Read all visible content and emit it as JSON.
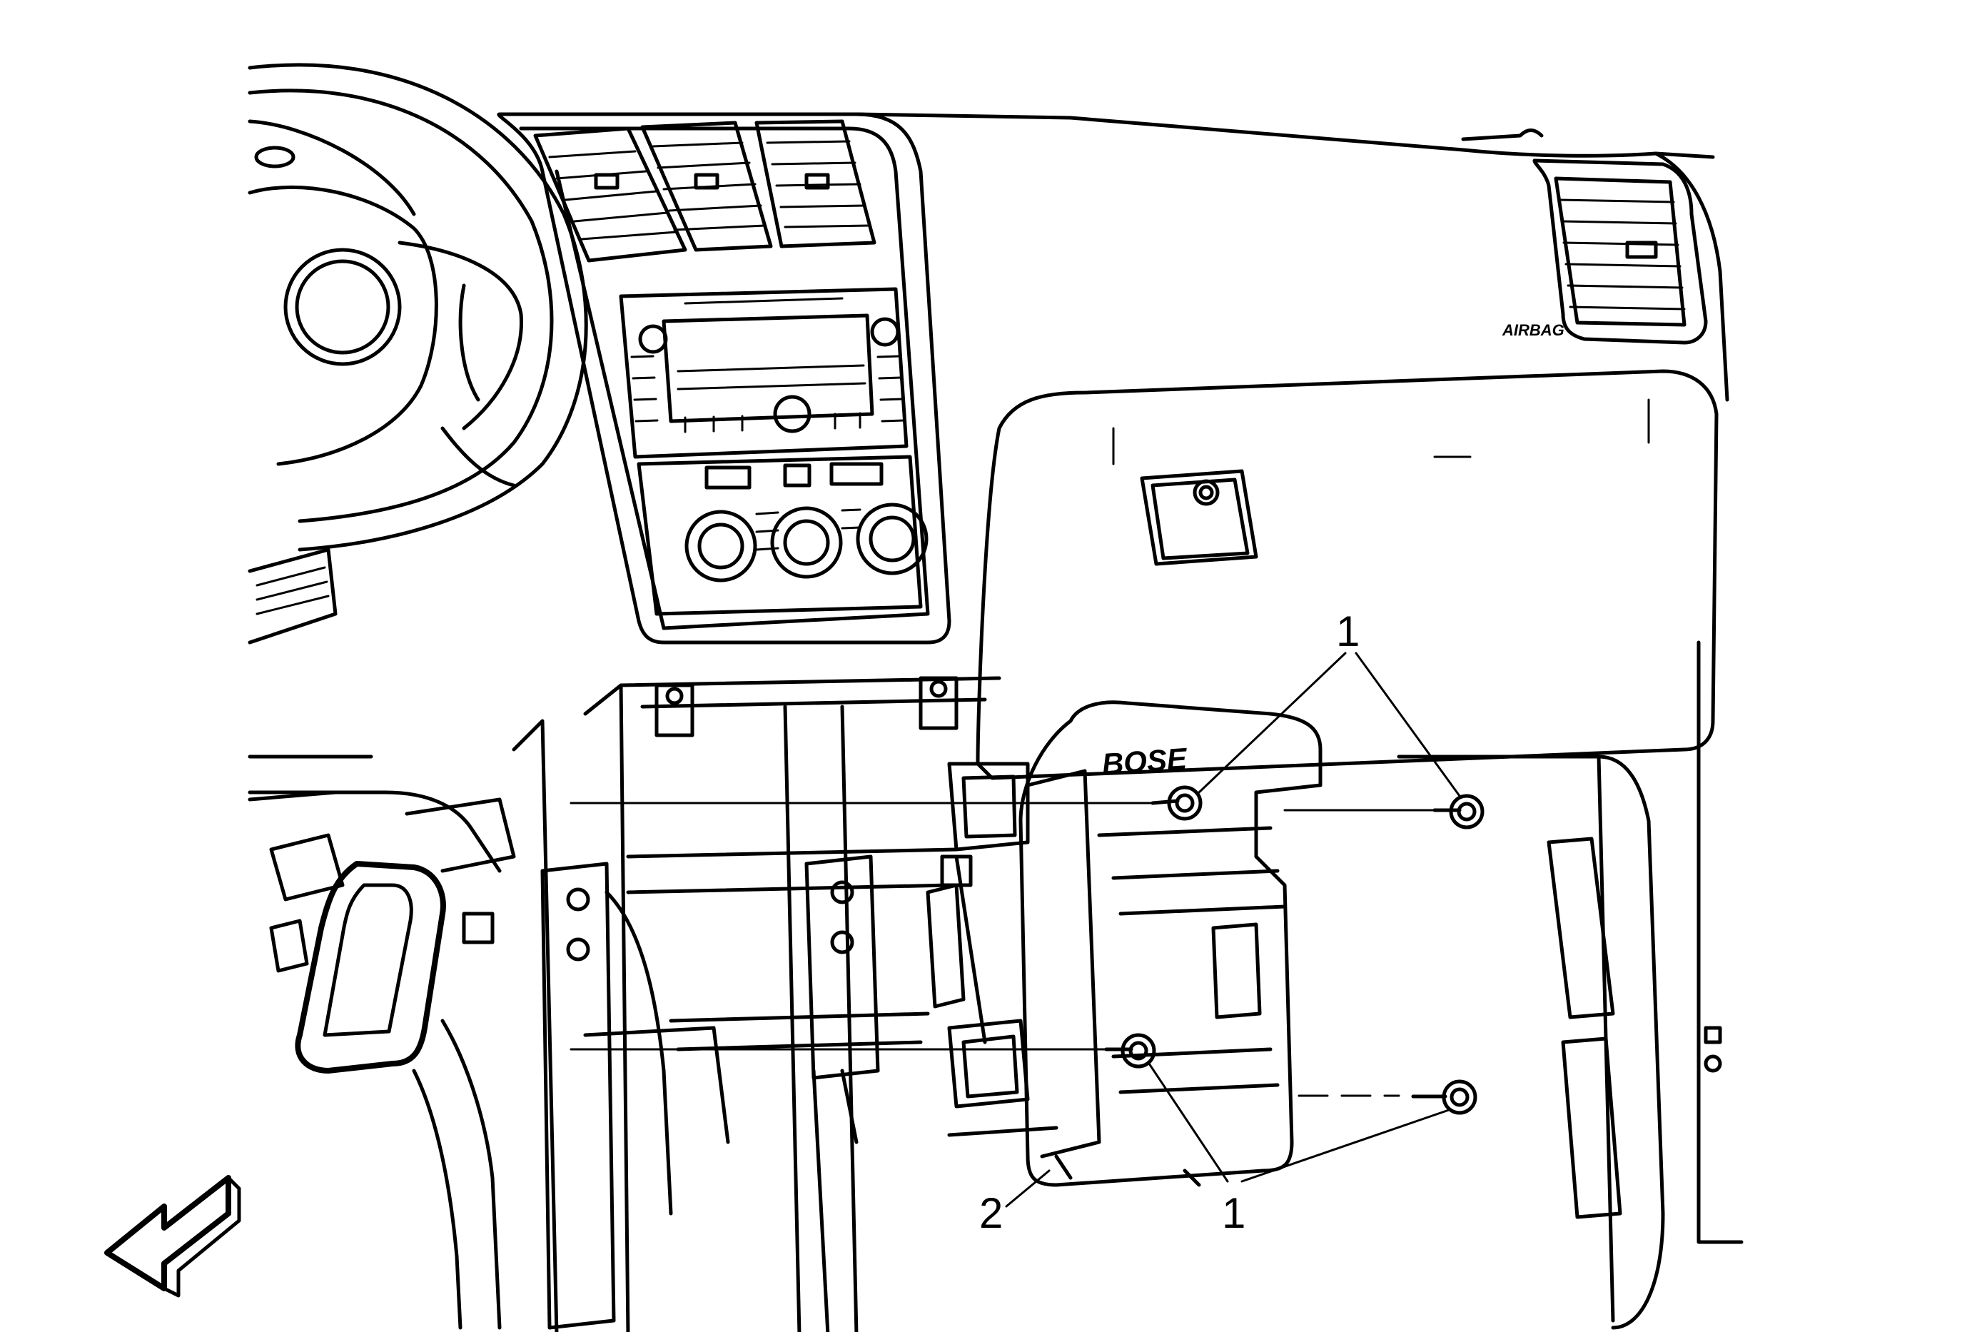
{
  "callouts": {
    "fastener_top": "1",
    "fastener_bottom": "1",
    "component": "2"
  },
  "markings": {
    "airbag_label": "AIRBAG",
    "brand_lettering": "BOSE"
  }
}
